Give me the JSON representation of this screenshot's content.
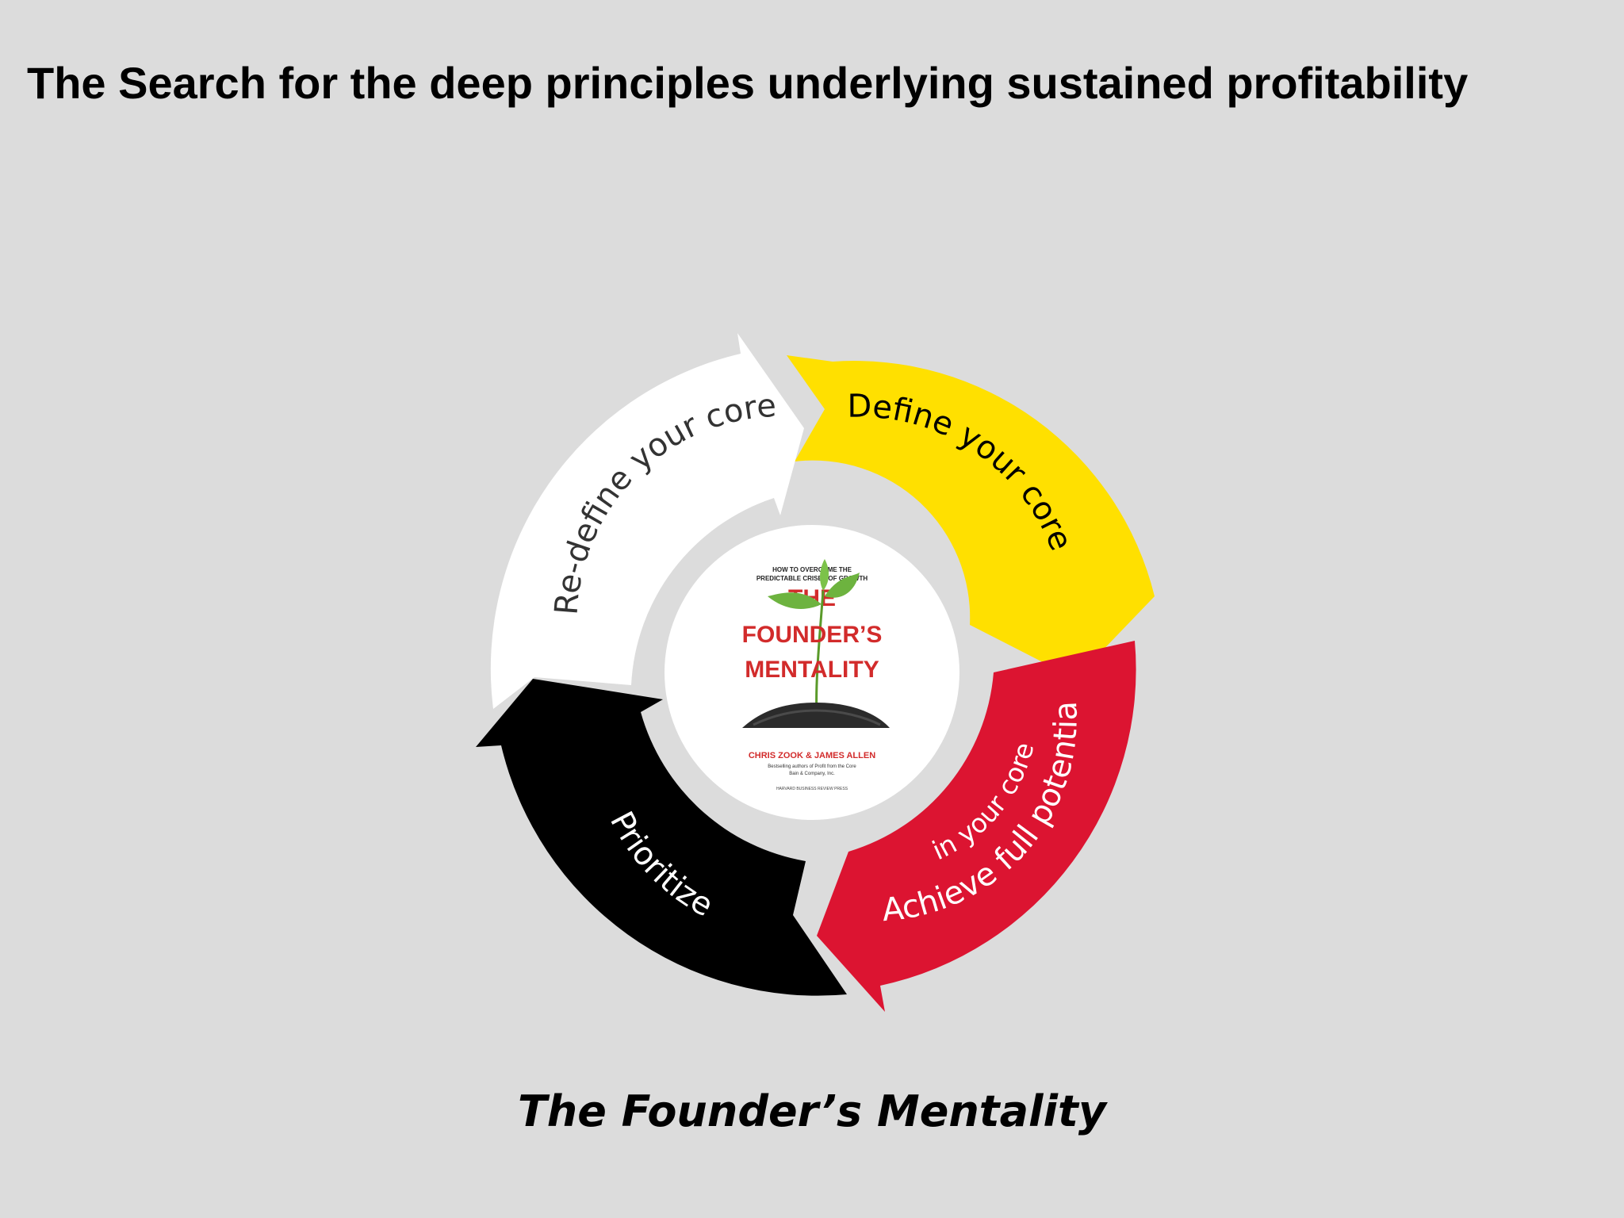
{
  "slide": {
    "title": "The Search for the deep principles underlying sustained profitability",
    "caption": "The Founder’s Mentality"
  },
  "cycle": {
    "segments": [
      {
        "label": "Define your core",
        "color": "#ffe000",
        "text_color": "#000000"
      },
      {
        "label_lines": [
          "Achieve full potential",
          "in your core"
        ],
        "color": "#dc1431",
        "text_color": "#ffffff"
      },
      {
        "label": "Prioritize",
        "color": "#000000",
        "text_color": "#ffffff"
      },
      {
        "label": "Re-define your core",
        "color": "#ffffff",
        "text_color": "#333333"
      }
    ]
  },
  "book": {
    "tagline_line1": "HOW TO OVERCOME THE",
    "tagline_line2": "PREDICTABLE CRISES OF GROWTH",
    "title_line1": "THE",
    "title_line2": "FOUNDER’S",
    "title_line3": "MENTALITY",
    "authors": "CHRIS ZOOK & JAMES ALLEN",
    "authors_note": "Bestselling authors of Profit from the Core",
    "company": "Bain & Company, Inc.",
    "publisher": "HARVARD BUSINESS REVIEW PRESS",
    "title_color": "#d22b2b"
  }
}
